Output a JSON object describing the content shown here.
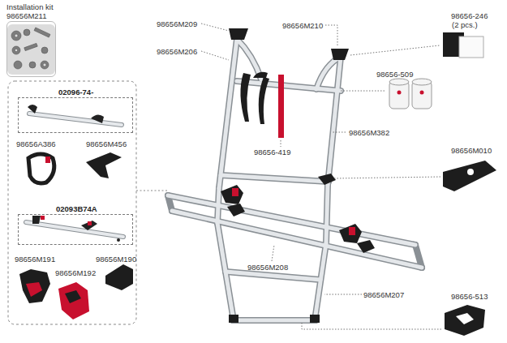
{
  "diagram": {
    "nodes": [
      {
        "text": [
          "Installation kit 98656M211"
        ]
      },
      {
        "text": [
          "02096-74-"
        ]
      },
      {
        "text": [
          "02093B74A"
        ]
      }
    ],
    "labels": [
      "98656M209",
      "98656M206",
      "98656M210",
      "98656-246",
      "(2 pcs.)",
      "98656-509",
      "98656M382",
      "98656-419",
      "98656M010",
      "98656A386",
      "98656M456",
      "98656M191",
      "98656M192",
      "98656M190",
      "98656M208",
      "98656M207",
      "98656-513"
    ]
  }
}
